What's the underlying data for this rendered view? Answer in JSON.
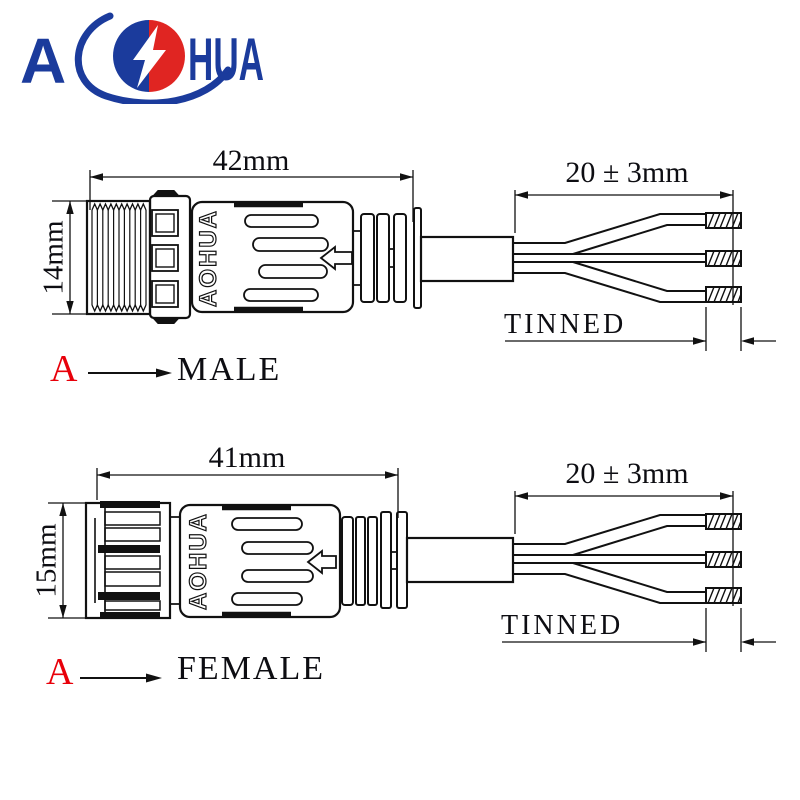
{
  "brand": {
    "prefix": "A",
    "suffix": "HUA",
    "full": "AOHUA"
  },
  "male_view": {
    "length_dim": "42mm",
    "diameter_dim": "14mm",
    "strip_dim": "20 ± 3mm",
    "strip_note": "TINNED",
    "pointer_label": "A",
    "type_label": "MALE",
    "body_mark": "AOHUA"
  },
  "female_view": {
    "length_dim": "41mm",
    "diameter_dim": "15mm",
    "strip_dim": "20 ± 3mm",
    "strip_note": "TINNED",
    "pointer_label": "A",
    "type_label": "FEMALE",
    "body_mark": "AOHUA"
  },
  "colors": {
    "line": "#111111",
    "label_red": "#e8000a",
    "logo_blue": "#1b3b9c",
    "logo_red": "#e02522"
  }
}
